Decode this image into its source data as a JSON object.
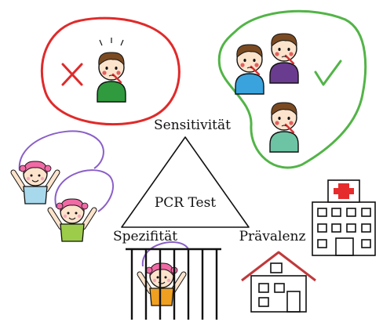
{
  "labels": {
    "sensitivity": "Sensitivität",
    "specificity": "Spezifität",
    "prevalence": "Prävalenz",
    "test": "PCR Test"
  },
  "symbols": {
    "wrong": "cross-mark",
    "correct": "check-mark"
  },
  "colors": {
    "wrong_outline": "#e02a2a",
    "correct_outline": "#52b447",
    "hair_boy": "#7a4a22",
    "hair_girl": "#f06aa5",
    "shirt_green": "#2f9a3e",
    "shirt_purple": "#6a3c8f",
    "shirt_blue": "#3aa3dd",
    "shirt_teal": "#6cc4a4",
    "shirt_lightblue": "#a8d8ec",
    "shirt_lime": "#9ccc4a",
    "shirt_orange": "#f0a020",
    "rope": "#8a5fc8",
    "hospital_cross": "#e52b2b",
    "house_roof": "#c0393b"
  }
}
